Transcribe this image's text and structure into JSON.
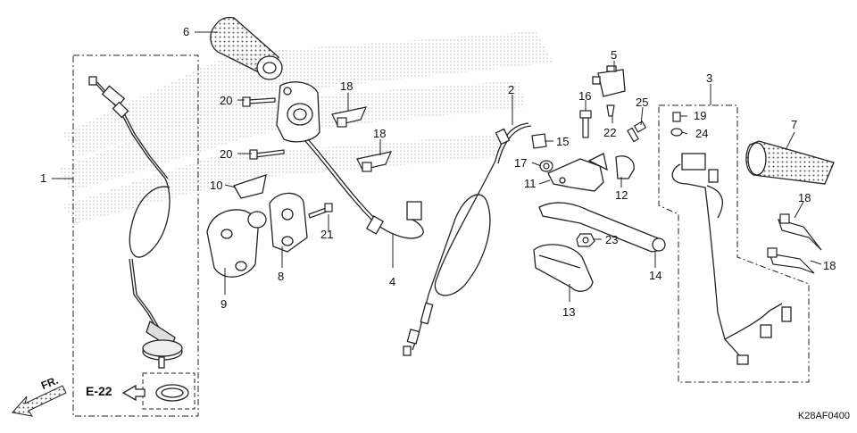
{
  "diagram": {
    "ref_code": "K28AF0400",
    "front_marker": "FR.",
    "section_ref": "E-22",
    "callouts": [
      {
        "id": "p1",
        "label": "1"
      },
      {
        "id": "p2",
        "label": "2"
      },
      {
        "id": "p3",
        "label": "3"
      },
      {
        "id": "p4",
        "label": "4"
      },
      {
        "id": "p5",
        "label": "5"
      },
      {
        "id": "p6",
        "label": "6"
      },
      {
        "id": "p7",
        "label": "7"
      },
      {
        "id": "p8",
        "label": "8"
      },
      {
        "id": "p9",
        "label": "9"
      },
      {
        "id": "p10",
        "label": "10"
      },
      {
        "id": "p11",
        "label": "11"
      },
      {
        "id": "p12",
        "label": "12"
      },
      {
        "id": "p13",
        "label": "13"
      },
      {
        "id": "p14",
        "label": "14"
      },
      {
        "id": "p15",
        "label": "15"
      },
      {
        "id": "p16",
        "label": "16"
      },
      {
        "id": "p17",
        "label": "17"
      },
      {
        "id": "p18a",
        "label": "18"
      },
      {
        "id": "p18b",
        "label": "18"
      },
      {
        "id": "p18c",
        "label": "18"
      },
      {
        "id": "p18d",
        "label": "18"
      },
      {
        "id": "p19",
        "label": "19"
      },
      {
        "id": "p20a",
        "label": "20"
      },
      {
        "id": "p20b",
        "label": "20"
      },
      {
        "id": "p21",
        "label": "21"
      },
      {
        "id": "p22",
        "label": "22"
      },
      {
        "id": "p23",
        "label": "23"
      },
      {
        "id": "p24",
        "label": "24"
      },
      {
        "id": "p25",
        "label": "25"
      }
    ]
  }
}
